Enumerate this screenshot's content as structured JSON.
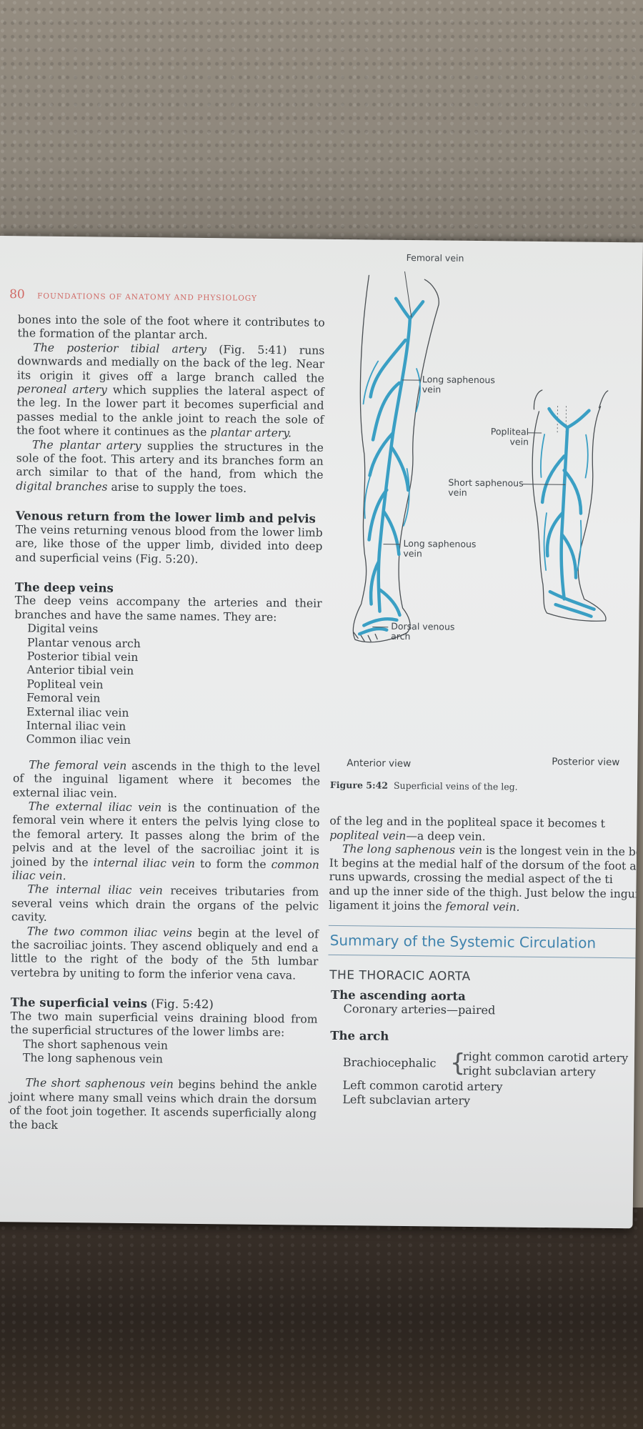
{
  "header": {
    "page_number": "80",
    "running_title": "FOUNDATIONS OF ANATOMY AND PHYSIOLOGY"
  },
  "left": {
    "p1": "bones into the sole of the foot where it contributes to the formation of the plantar arch.",
    "p2_em": "The posterior tibial artery",
    "p2a": " (Fig. 5:41) runs downwards and medially on the back of the leg. Near its origin it gives off a large branch called the ",
    "p2_em2": "peroneal artery",
    "p2b": " which supplies the lateral aspect of the leg. In the lower part it becomes superficial and passes medial to the ankle joint to reach the sole of the foot where it continues as the ",
    "p2_em3": "plantar artery.",
    "p3_em": "The plantar artery",
    "p3a": " supplies the structures in the sole of the foot. This artery and its branches form an arch similar to that of the hand, from which the ",
    "p3_em2": "digital branches",
    "p3b": " arise to supply the toes.",
    "h_venous": "Venous return from the lower limb and pelvis",
    "p4": "The veins returning venous blood from the lower limb are, like those of the upper limb, divided into deep and superficial veins (Fig. 5:20).",
    "h_deep": "The deep veins",
    "p5": "The deep veins accompany the arteries and their branches and have the same names. They are:",
    "deep_list": [
      "Digital veins",
      "Plantar venous arch",
      "Posterior tibial vein",
      "Anterior tibial vein",
      "Popliteal vein",
      "Femoral vein",
      "External iliac vein",
      "Internal iliac vein",
      "Common iliac vein"
    ],
    "p6_em": "The femoral vein",
    "p6": " ascends in the thigh to the level of the inguinal ligament where it becomes the external iliac vein.",
    "p7_em": "The external iliac vein",
    "p7a": " is the continuation of the femoral vein where it enters the pelvis lying close to the femoral artery. It passes along the brim of the pelvis and at the level of the sacroiliac joint it is joined by the ",
    "p7_em2": "internal iliac vein",
    "p7b": " to form the ",
    "p7_em3": "common iliac vein.",
    "p8_em": "The internal iliac vein",
    "p8": " receives tributaries from several veins which drain the organs of the pelvic cavity.",
    "p9_em": "The two common iliac veins",
    "p9": " begin at the level of the sacroiliac joints. They ascend obliquely and end a little to the right of the body of the 5th lumbar vertebra by uniting to form the inferior vena cava.",
    "h_superficial": "The superficial veins",
    "h_superficial_ref": " (Fig. 5:42)",
    "p10": "The two main superficial veins draining blood from the superficial structures of the lower limbs are:",
    "sup_list": [
      "The short saphenous vein",
      "The long saphenous vein"
    ],
    "p11_em": "The short saphenous vein",
    "p11": " begins behind the ankle joint where many small veins which drain the dorsum of the foot join together. It ascends superficially along the back"
  },
  "figure": {
    "labels": {
      "femoral": "Femoral vein",
      "long_saph_1": "Long saphenous vein",
      "popliteal": "Popliteal vein",
      "short_saph": "Short saphenous vein",
      "long_saph_2": "Long saphenous vein",
      "dorsal": "Dorsal venous arch"
    },
    "anterior_view": "Anterior view",
    "posterior_view": "Posterior view",
    "caption_num": "Figure 5:42",
    "caption_text": "Superficial veins of the leg.",
    "vein_color": "#3a9fc4"
  },
  "right": {
    "lines": [
      {
        "t": "of the leg and in the popliteal space it becomes t"
      },
      {
        "em": "popliteal vein",
        "t": "—a deep vein."
      },
      {
        "em": "The long saphenous vein",
        "t": " is the longest vein in the bo"
      },
      {
        "t": "It begins at the medial half of the dorsum of the foot a"
      },
      {
        "t": "runs upwards, crossing the medial aspect of the ti"
      },
      {
        "t": "and up the inner side of the thigh. Just below the ingui"
      },
      {
        "t": "ligament it joins the ",
        "em2": "femoral vein."
      }
    ],
    "summary_title": "Summary of the Systemic Circulation",
    "thoracic": "THE THORACIC AORTA",
    "ascending_h": "The ascending aorta",
    "ascending_i": "Coronary arteries—paired",
    "arch_h": "The arch",
    "brachio": "Brachiocephalic",
    "brachio_1": "right common carotid artery",
    "brachio_2": "right subclavian artery",
    "arch_items": [
      "Left common carotid artery",
      "Left subclavian artery"
    ]
  },
  "colors": {
    "header": "#d06a66",
    "summary_title": "#3f83ad",
    "text": "#34393d"
  }
}
